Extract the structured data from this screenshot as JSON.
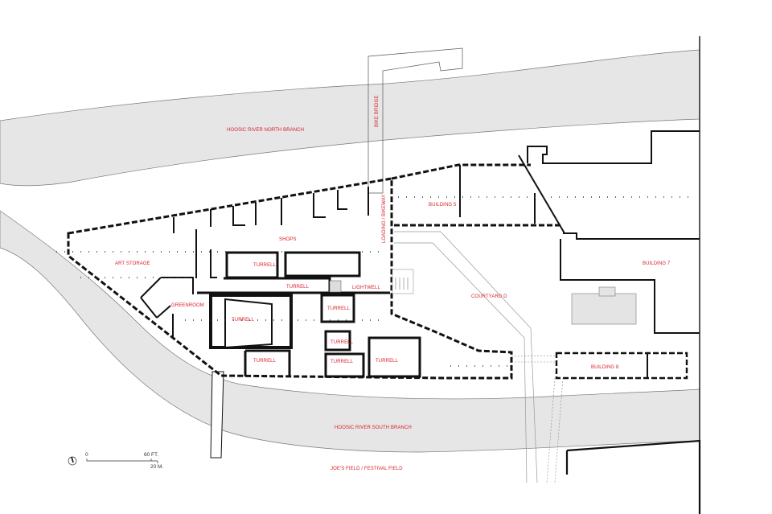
{
  "labels": {
    "river_north": "HOOSIC RIVER NORTH BRANCH",
    "river_south": "HOOSIC RIVER SOUTH BRANCH",
    "bike_bridge": "BIKE BRIDGE",
    "loading": "LOADING / BIKEWAY",
    "building5": "BUILDING 5",
    "building7": "BUILDING 7",
    "building8": "BUILDING 8",
    "shops": "SHOPS",
    "art_storage": "ART STORAGE",
    "greenroom": "GREENROOM",
    "lightwell": "LIGHTWELL",
    "courtyard": "COURTYARD D",
    "turrell": "TURRELL",
    "field": "JOE'S FIELD / FESTIVAL FIELD"
  },
  "scale_bar": {
    "zero": "0",
    "feet": "60 FT.",
    "meters": "20 M."
  },
  "icons": {
    "north_arrow": "north-arrow-icon"
  }
}
